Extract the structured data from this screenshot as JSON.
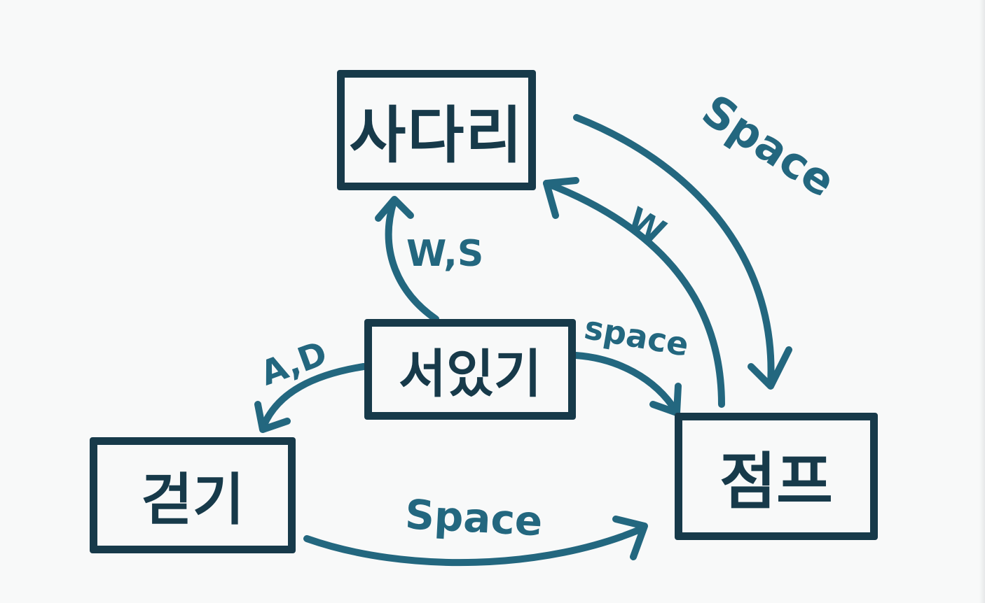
{
  "nodes": {
    "ladder": "사다리",
    "idle": "서있기",
    "walk": "걷기",
    "jump": "점프"
  },
  "edges": [
    {
      "from": "idle",
      "to": "ladder",
      "label": "W,S"
    },
    {
      "from": "idle",
      "to": "walk",
      "label": "A,D"
    },
    {
      "from": "idle",
      "to": "jump",
      "label": "space"
    },
    {
      "from": "walk",
      "to": "jump",
      "label": "Space"
    },
    {
      "from": "ladder",
      "to": "jump",
      "label": "Space"
    },
    {
      "from": "jump",
      "to": "ladder",
      "label": "W"
    }
  ],
  "colors": {
    "box_stroke": "#173a4a",
    "arrow": "#23677f",
    "background": "#f8f9f9"
  }
}
